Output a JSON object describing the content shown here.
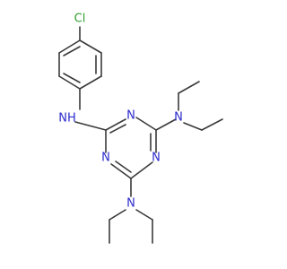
{
  "molecule": {
    "atoms": {
      "chlorine": "Cl",
      "amine_nh": "NH",
      "ring_n1": "N",
      "ring_n2": "N",
      "ring_n3": "N",
      "amine_n_right": "N",
      "amine_n_bottom": "N"
    },
    "colors": {
      "bond": "#3a3a3a",
      "nitrogen": "#2b2bcc",
      "chlorine": "#2e9e2e",
      "background": "#ffffff"
    }
  }
}
